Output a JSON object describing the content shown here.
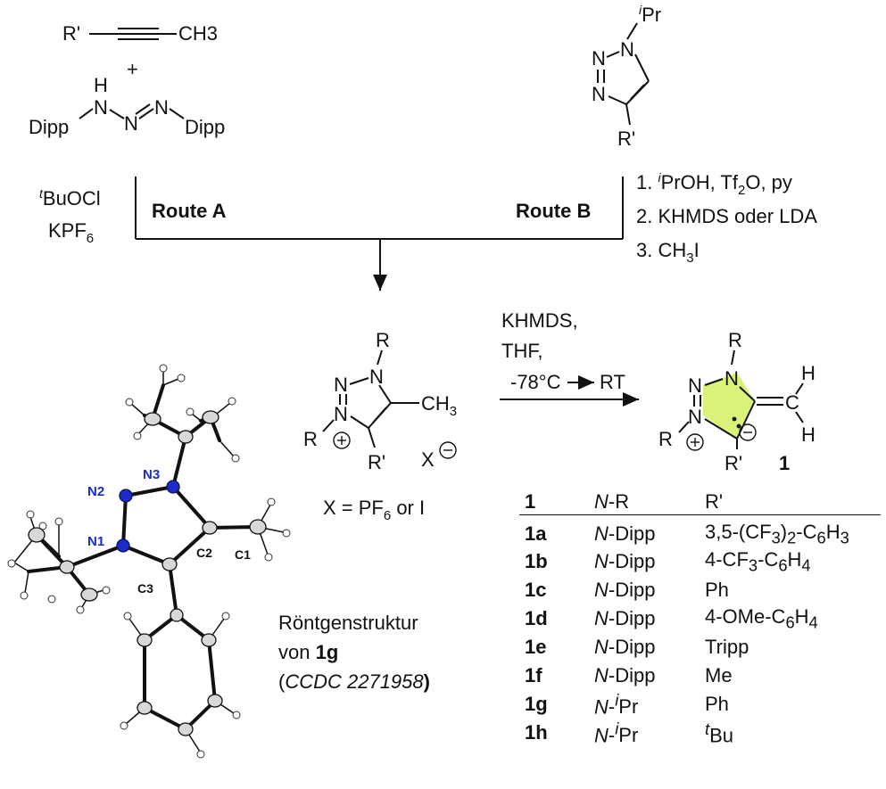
{
  "start_materials": {
    "alkyne": {
      "r_prime": "R'",
      "methyl": "CH3"
    },
    "plus": "+",
    "triazene": {
      "h": "H",
      "n": "N",
      "dipp": "Dipp"
    }
  },
  "route_a": {
    "label": "Route A",
    "reagent1_sup": "t",
    "reagent1": "BuOCl",
    "reagent2": "KPF",
    "reagent2_sub": "6"
  },
  "route_b": {
    "label": "Route B",
    "step1_prefix": "1. ",
    "step1_sup": "i",
    "step1_a": "PrOH, Tf",
    "step1_sub": "2",
    "step1_b": "O, py",
    "step2": "2. KHMDS oder LDA",
    "step3_a": "3. CH",
    "step3_sub": "3",
    "step3_b": "I"
  },
  "triazole_start": {
    "ipr_sup": "i",
    "ipr": "Pr",
    "n": "N",
    "r_prime": "R'"
  },
  "salt": {
    "r": "R",
    "n": "N",
    "methyl": "CH",
    "methyl_sub": "3",
    "r_prime": "R'",
    "x": "X",
    "counterion_a": "X = PF",
    "counterion_sub": "6",
    "counterion_b": " or I"
  },
  "conditions": {
    "line1": "KHMDS,",
    "line2": "THF,",
    "line3_a": "-78°C",
    "line3_b": "RT"
  },
  "product": {
    "r": "R",
    "n": "N",
    "c": "C",
    "h": "H",
    "r_prime": "R'",
    "number": "1",
    "ring_color": "#d9f27a"
  },
  "xray_labels": {
    "n1": "N1",
    "n2": "N2",
    "n3": "N3",
    "c1": "C1",
    "c2": "C2",
    "c3": "C3"
  },
  "caption": {
    "line1": "Röntgenstruktur",
    "line2_a": "von ",
    "line2_b": "1g",
    "line3_open": "(",
    "line3_italic": "CCDC 2271958",
    "line3_close": ")"
  },
  "table": {
    "headers": {
      "col1": "1",
      "col2_italic": "N",
      "col2_rest": "-R",
      "col3": "R'"
    },
    "rows": [
      {
        "id": "1a",
        "n_italic": "N",
        "n_rest": "-Dipp",
        "r_prime_html": "3,5-(CF<sub>3</sub>)<sub>2</sub>-C<sub>6</sub>H<sub>3</sub>"
      },
      {
        "id": "1b",
        "n_italic": "N",
        "n_rest": "-Dipp",
        "r_prime_html": "4-CF<sub>3</sub>-C<sub>6</sub>H<sub>4</sub>"
      },
      {
        "id": "1c",
        "n_italic": "N",
        "n_rest": "-Dipp",
        "r_prime_html": "Ph"
      },
      {
        "id": "1d",
        "n_italic": "N",
        "n_rest": "-Dipp",
        "r_prime_html": "4-OMe-C<sub>6</sub>H<sub>4</sub>"
      },
      {
        "id": "1e",
        "n_italic": "N",
        "n_rest": "-Dipp",
        "r_prime_html": "Tripp"
      },
      {
        "id": "1f",
        "n_italic": "N",
        "n_rest": "-Dipp",
        "r_prime_html": "Me"
      },
      {
        "id": "1g",
        "n_italic": "N",
        "n_rest": "-<sup><i>i</i></sup>Pr",
        "r_prime_html": "Ph"
      },
      {
        "id": "1h",
        "n_italic": "N",
        "n_rest": "-<sup><i>i</i></sup>Pr",
        "r_prime_html": "<sup><i>t</i></sup>Bu"
      }
    ]
  }
}
